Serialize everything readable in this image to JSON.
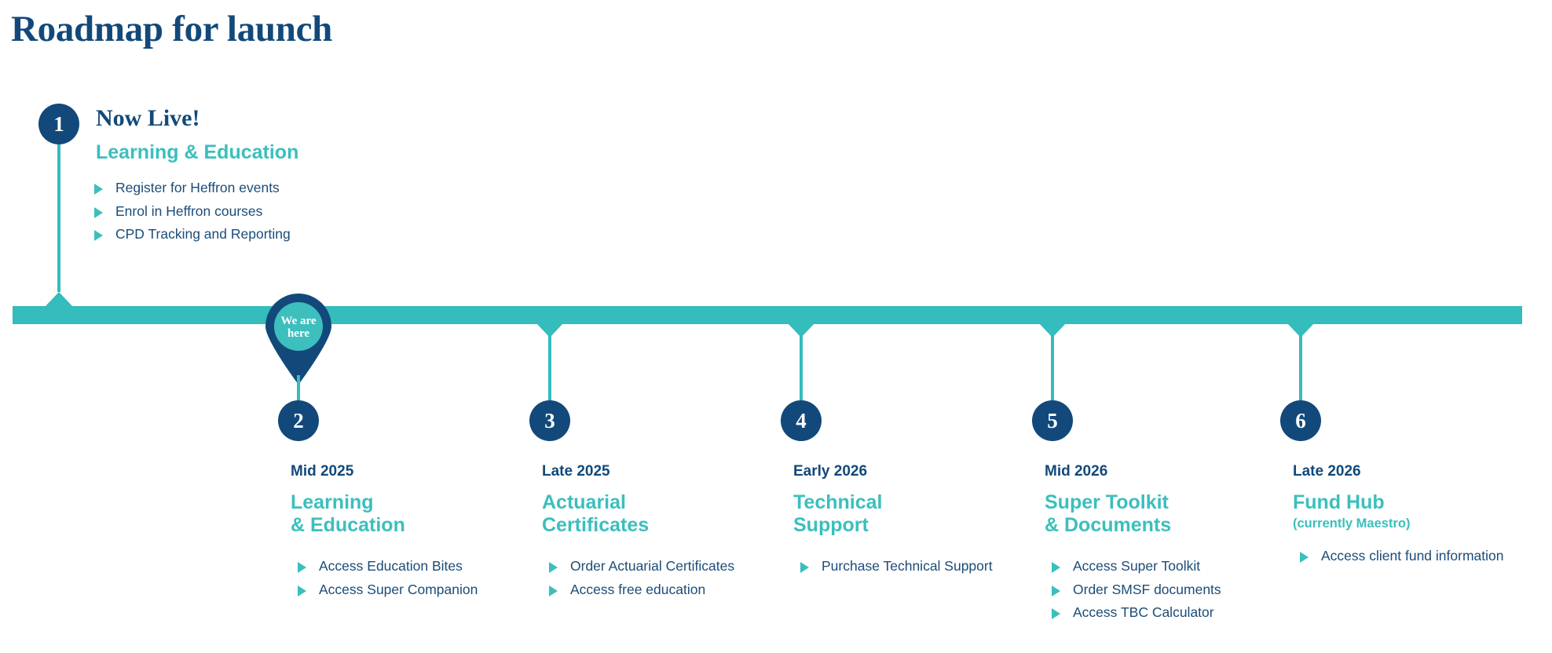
{
  "page": {
    "title": "Roadmap for launch",
    "colors": {
      "navy": "#12497a",
      "teal": "#35bcbc",
      "teal_heading": "#3bbfbd",
      "body_text": "#1b4c78",
      "background": "#ffffff"
    }
  },
  "marker": {
    "label": "We are\nhere",
    "label_line1": "We are",
    "label_line2": "here"
  },
  "milestones": [
    {
      "number": "1",
      "period": "Now Live!",
      "heading": "Learning & Education",
      "note": "",
      "bullets": [
        "Register for Heffron events",
        "Enrol in Heffron courses",
        "CPD Tracking and Reporting"
      ]
    },
    {
      "number": "2",
      "period": "Mid 2025",
      "heading": "Learning\n& Education",
      "note": "",
      "bullets": [
        "Access Education Bites",
        "Access Super Companion"
      ]
    },
    {
      "number": "3",
      "period": "Late 2025",
      "heading": "Actuarial\nCertificates",
      "note": "",
      "bullets": [
        "Order Actuarial Certificates",
        "Access free education"
      ]
    },
    {
      "number": "4",
      "period": "Early 2026",
      "heading": "Technical\nSupport",
      "note": "",
      "bullets": [
        "Purchase Technical Support"
      ]
    },
    {
      "number": "5",
      "period": "Mid 2026",
      "heading": "Super Toolkit\n& Documents",
      "note": "",
      "bullets": [
        "Access Super Toolkit",
        "Order SMSF documents",
        "Access TBC Calculator"
      ]
    },
    {
      "number": "6",
      "period": "Late 2026",
      "heading": "Fund Hub",
      "note": "(currently Maestro)",
      "bullets": [
        "Access client fund information"
      ]
    }
  ]
}
